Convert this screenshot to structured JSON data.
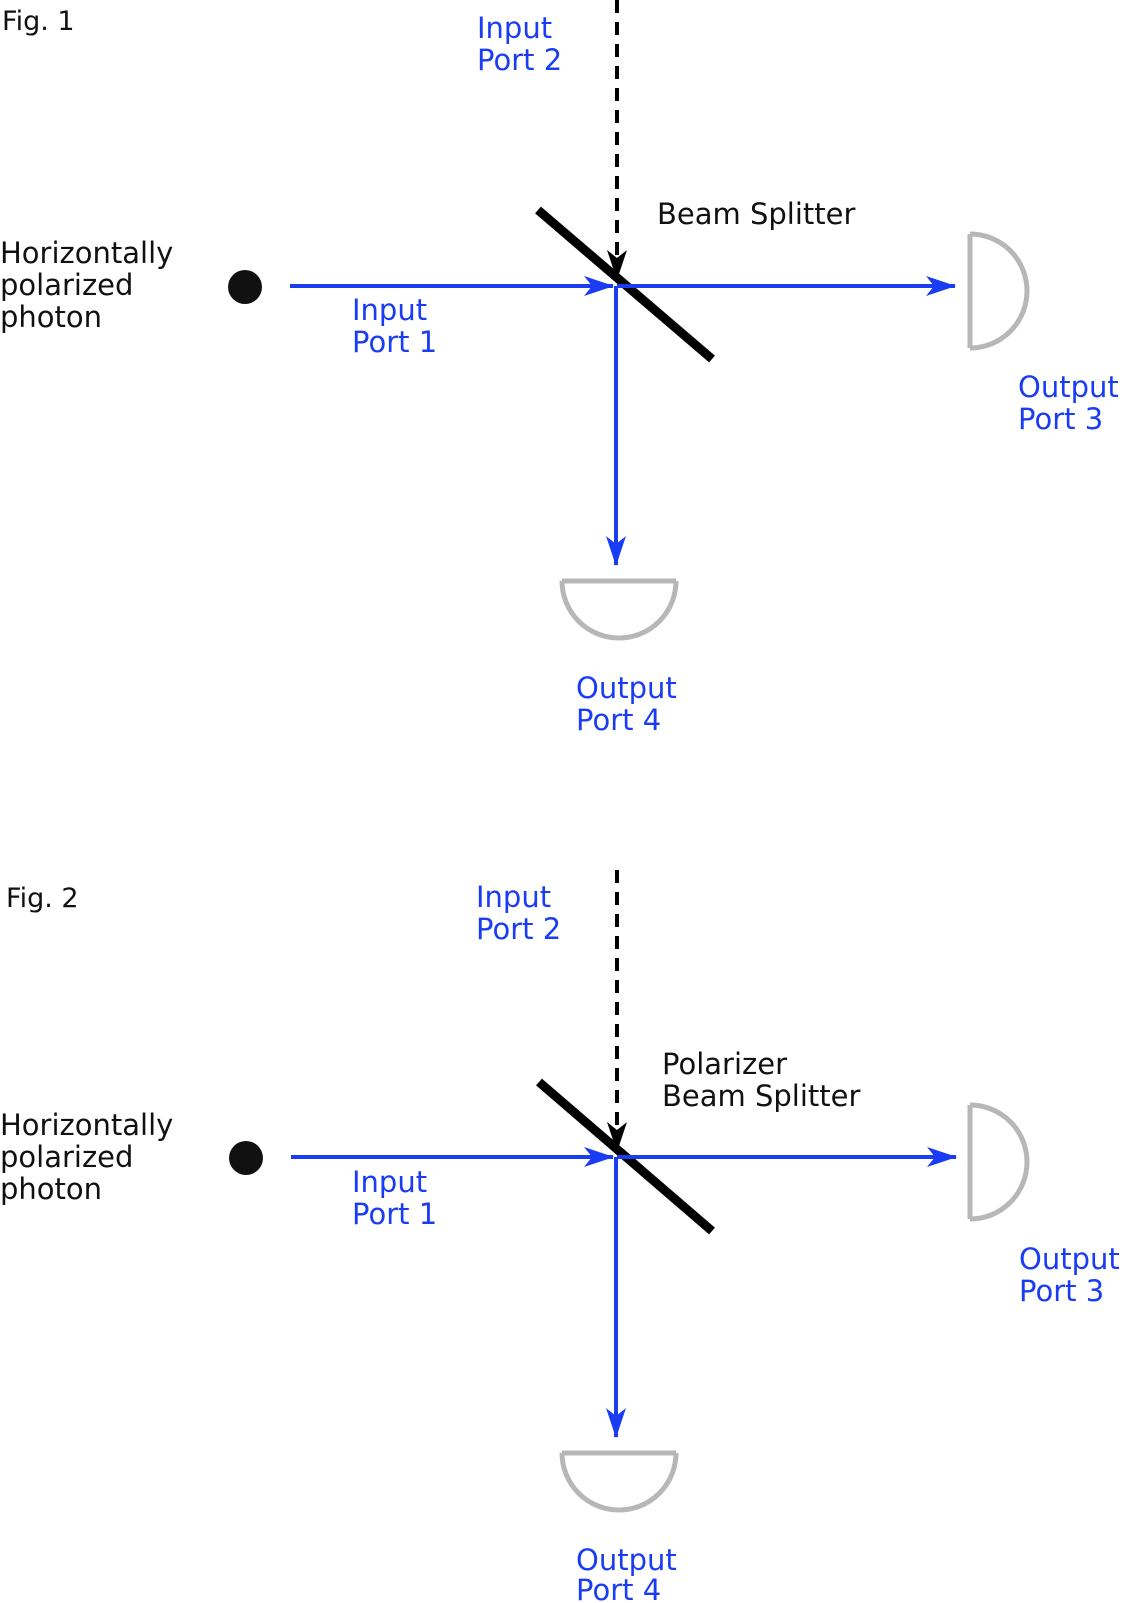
{
  "colors": {
    "beam": "#1a3cf2",
    "splitter": "#000000",
    "detector": "#b9b6b6",
    "photon": "#111111",
    "text": "#111111"
  },
  "fig1": {
    "label": "Fig. 1",
    "photon_label": [
      "Horizontally",
      "polarized",
      "photon"
    ],
    "splitter_label": [
      "Beam Splitter"
    ],
    "input_port_1": [
      "Input",
      "Port 1"
    ],
    "input_port_2": [
      "Input",
      "Port 2"
    ],
    "output_port_3": [
      "Output",
      "Port 3"
    ],
    "output_port_4": [
      "Output",
      "Port 4"
    ]
  },
  "fig2": {
    "label": "Fig. 2",
    "photon_label": [
      "Horizontally",
      "polarized",
      "photon"
    ],
    "splitter_label": [
      "Polarizer",
      "Beam Splitter"
    ],
    "input_port_1": [
      "Input",
      "Port 1"
    ],
    "input_port_2": [
      "Input",
      "Port 2"
    ],
    "output_port_3": [
      "Output",
      "Port 3"
    ],
    "output_port_4": [
      "Output",
      "Port 4"
    ]
  }
}
